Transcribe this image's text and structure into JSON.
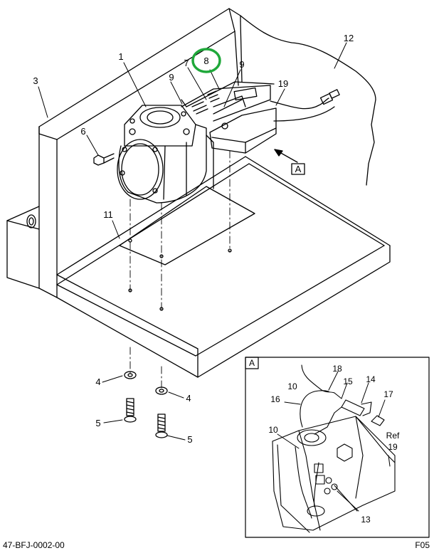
{
  "callouts": {
    "c1": "1",
    "c3": "3",
    "c6": "6",
    "c7": "7",
    "c8": "8",
    "c9a": "9",
    "c9b": "9",
    "c11": "11",
    "c12": "12",
    "c19": "19",
    "c4a": "4",
    "c4b": "4",
    "c5a": "5",
    "c5b": "5"
  },
  "view_marker": "A",
  "detail": {
    "box_label": "A",
    "callouts": {
      "c10a": "10",
      "c18": "18",
      "c14": "14",
      "c15": "15",
      "c16": "16",
      "c17": "17",
      "c10b": "10",
      "c13": "13",
      "ref": "Ref",
      "c19": "19"
    }
  },
  "footer": {
    "left": "47-BFJ-0002-00",
    "right": "F05"
  },
  "highlight_color": "#1fa83a"
}
